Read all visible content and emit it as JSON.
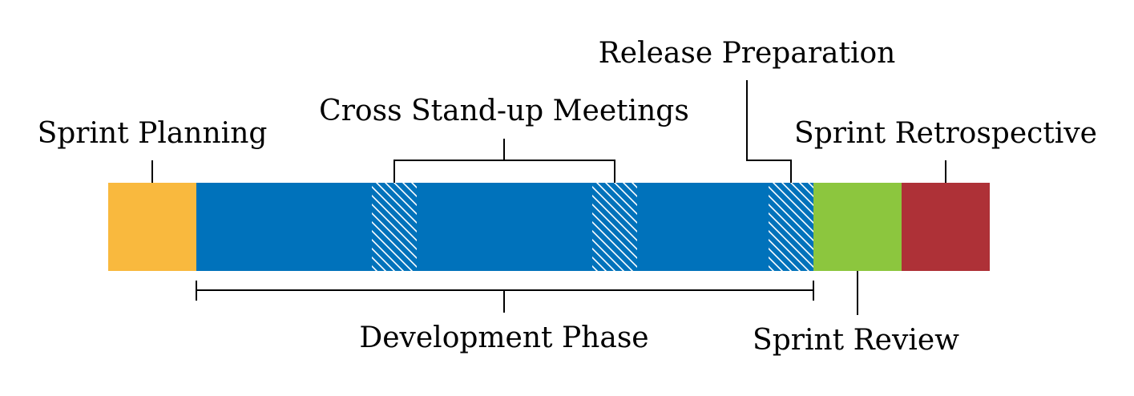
{
  "diagram": {
    "phases": [
      {
        "label": "Sprint Planning",
        "color": "#F9B93E"
      },
      {
        "label": "Development Phase",
        "color": "#0072BB"
      },
      {
        "label": "Sprint Review",
        "color": "#8CC63E"
      },
      {
        "label": "Sprint Retrospective",
        "color": "#AE3137"
      }
    ],
    "cross_standups_label": "Cross Stand-up Meetings",
    "release_preparation_label": "Release Preparation",
    "hatch_color": "#FFFFFF"
  }
}
